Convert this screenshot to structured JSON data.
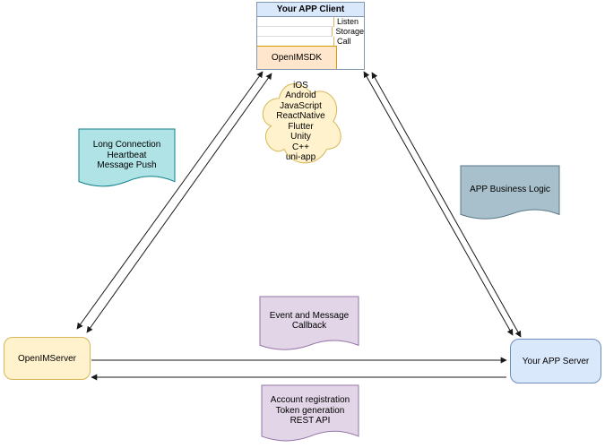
{
  "client_box": {
    "title": "Your APP Client",
    "rows": [
      "Listen",
      "Storage",
      "Call"
    ],
    "sdk": {
      "label": "OpenIMSDK",
      "fill": "#ffe6cc",
      "stroke": "#d79b00"
    },
    "header_fill": "#dae8fc"
  },
  "cloud": {
    "platforms": [
      "iOS",
      "Android",
      "JavaScript",
      "ReactNative",
      "Flutter",
      "Unity",
      "C++",
      "uni-app"
    ],
    "fill": "#fff2cc",
    "stroke": "#d6b656"
  },
  "callouts": {
    "long_connection": {
      "lines": [
        "Long Connection",
        "Heartbeat",
        "Message Push"
      ],
      "fill": "#b0e3e6",
      "stroke": "#0e8088"
    },
    "business_logic": {
      "lines": [
        "APP Business Logic"
      ],
      "fill": "#a8c0cc",
      "stroke": "#5a7886"
    },
    "event_callback": {
      "lines": [
        "Event and Message",
        "Callback"
      ],
      "fill": "#e1d5e7",
      "stroke": "#9673a6"
    },
    "account_api": {
      "lines": [
        "Account registration",
        "Token generation",
        "REST API"
      ],
      "fill": "#e1d5e7",
      "stroke": "#9673a6"
    }
  },
  "nodes": {
    "openim_server": {
      "label": "OpenIMServer",
      "fill": "#fff2cc",
      "stroke": "#d6b656"
    },
    "app_server": {
      "label": "Your APP Server",
      "fill": "#dae8fc",
      "stroke": "#6c8ebf"
    }
  }
}
